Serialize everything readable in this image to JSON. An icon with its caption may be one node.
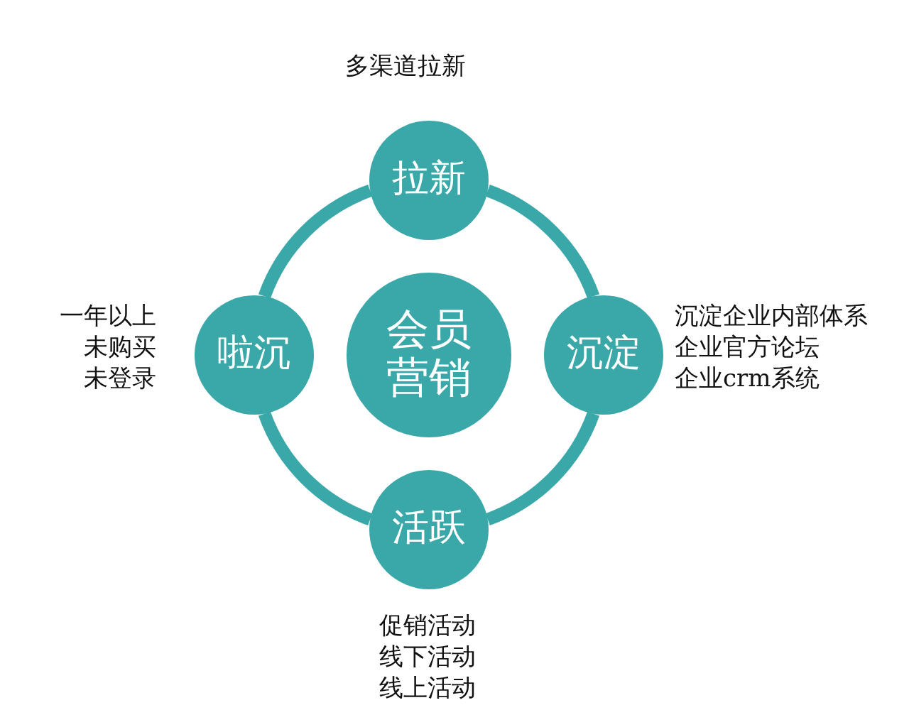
{
  "diagram": {
    "nodes": [
      {
        "text": [
          "拉新"
        ],
        "beside": [
          "多渠道拉新"
        ]
      },
      {
        "text": [
          "啦沉"
        ],
        "beside": [
          "一年以上",
          "未购买",
          "未登录"
        ]
      },
      {
        "text": [
          "会员营销"
        ]
      },
      {
        "text": [
          "沉淀"
        ],
        "beside": [
          "沉淀企业内部体系",
          "企业官方论坛",
          "企业crm系统"
        ]
      },
      {
        "text": [
          "活跃"
        ],
        "beside": [
          "促销活动",
          "线下活动",
          "线上活动"
        ]
      }
    ],
    "edges": [
      {
        "from": 0,
        "to": 3,
        "arrow": "none"
      },
      {
        "from": 3,
        "to": 4,
        "arrow": "none"
      },
      {
        "from": 4,
        "to": 1,
        "arrow": "none"
      },
      {
        "from": 1,
        "to": 0,
        "arrow": "none"
      }
    ]
  }
}
